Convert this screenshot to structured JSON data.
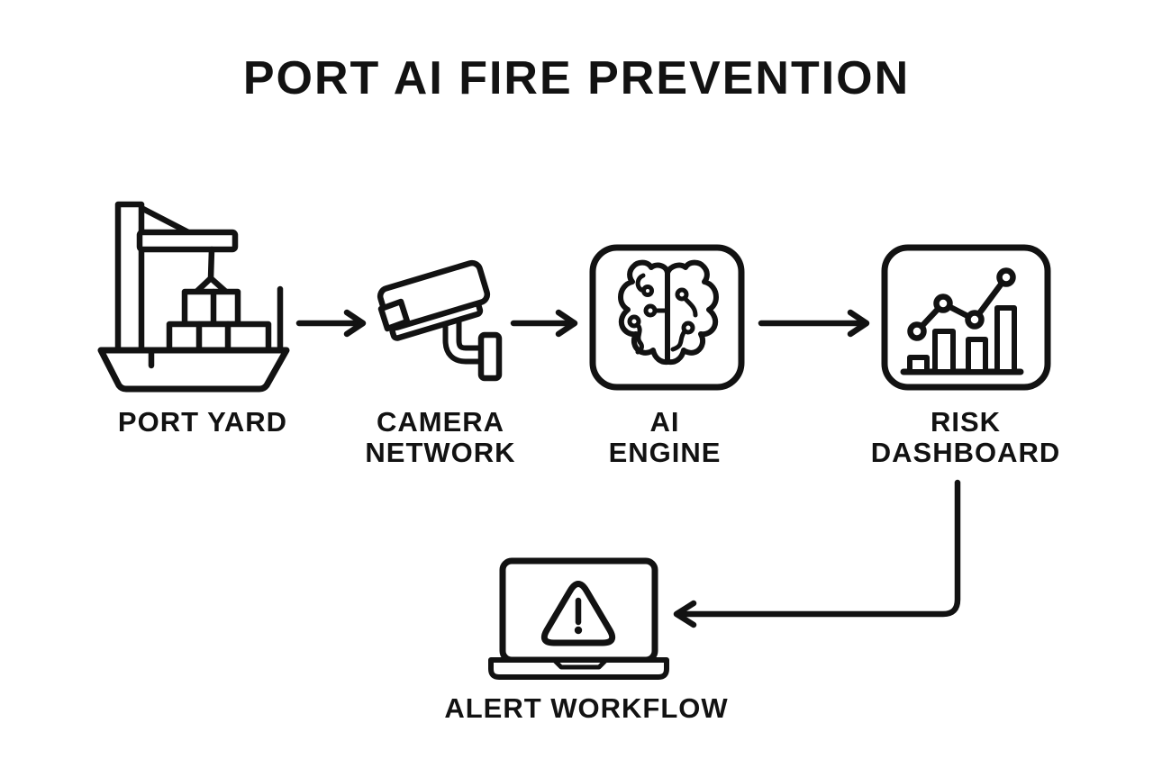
{
  "title": "PORT AI FIRE PREVENTION",
  "flow": {
    "nodes": [
      {
        "id": "port-yard",
        "label": "PORT YARD",
        "icon": "crane-ship-icon"
      },
      {
        "id": "camera-network",
        "label": "CAMERA\nNETWORK",
        "icon": "cctv-camera-icon"
      },
      {
        "id": "ai-engine",
        "label": "AI\nENGINE",
        "icon": "brain-circuit-icon"
      },
      {
        "id": "risk-dashboard",
        "label": "RISK\nDASHBOARD",
        "icon": "bar-chart-icon"
      },
      {
        "id": "alert-workflow",
        "label": "ALERT WORKFLOW",
        "icon": "laptop-warning-icon"
      }
    ],
    "connections": [
      {
        "from": "port-yard",
        "to": "camera-network",
        "style": "arrow-right"
      },
      {
        "from": "camera-network",
        "to": "ai-engine",
        "style": "arrow-right"
      },
      {
        "from": "ai-engine",
        "to": "risk-dashboard",
        "style": "arrow-right"
      },
      {
        "from": "risk-dashboard",
        "to": "alert-workflow",
        "style": "elbow-arrow-down-left"
      }
    ]
  },
  "colors": {
    "ink": "#121212",
    "background": "#ffffff"
  }
}
